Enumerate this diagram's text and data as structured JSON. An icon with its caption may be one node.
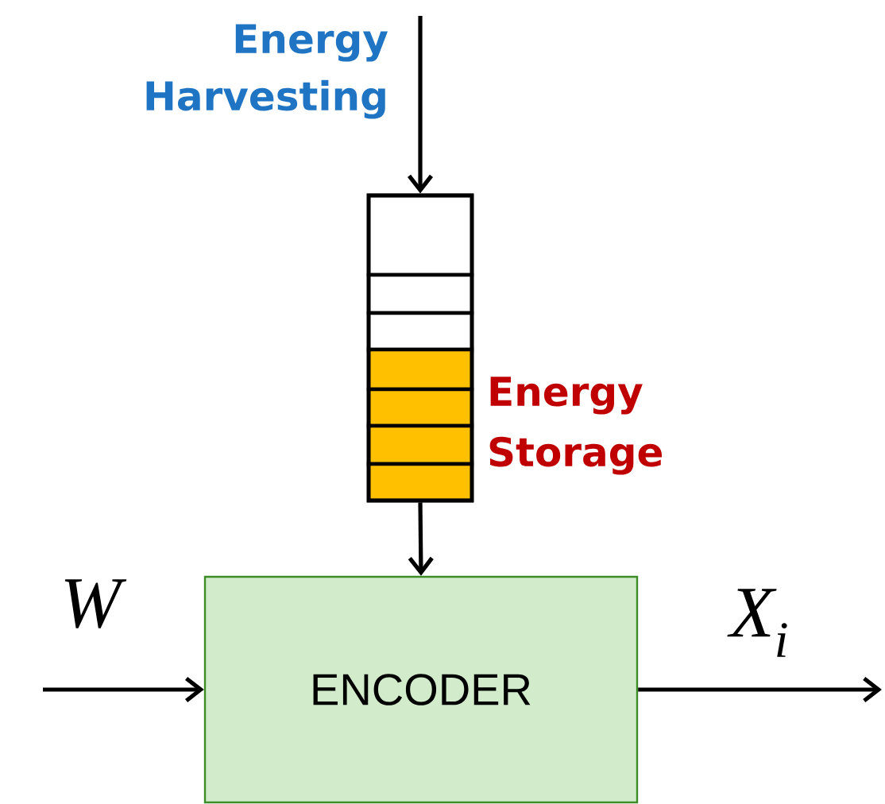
{
  "diagram": {
    "nodes": [
      {
        "text": [],
        "shape": "box",
        "beside": [
          "Energy Storage"
        ]
      },
      {
        "text": [
          "ENCODER"
        ]
      }
    ],
    "edges": [
      {
        "from": null,
        "to": 0,
        "arrow": "to"
      },
      {
        "from": 0,
        "to": 1,
        "arrow": "to"
      },
      {
        "from": null,
        "to": 1,
        "arrow": "to",
        "label": "W"
      },
      {
        "from": 1,
        "to": null,
        "arrow": "to",
        "label": "X$_{i}$"
      }
    ],
    "labels": [
      "Energy Harvesting"
    ]
  }
}
